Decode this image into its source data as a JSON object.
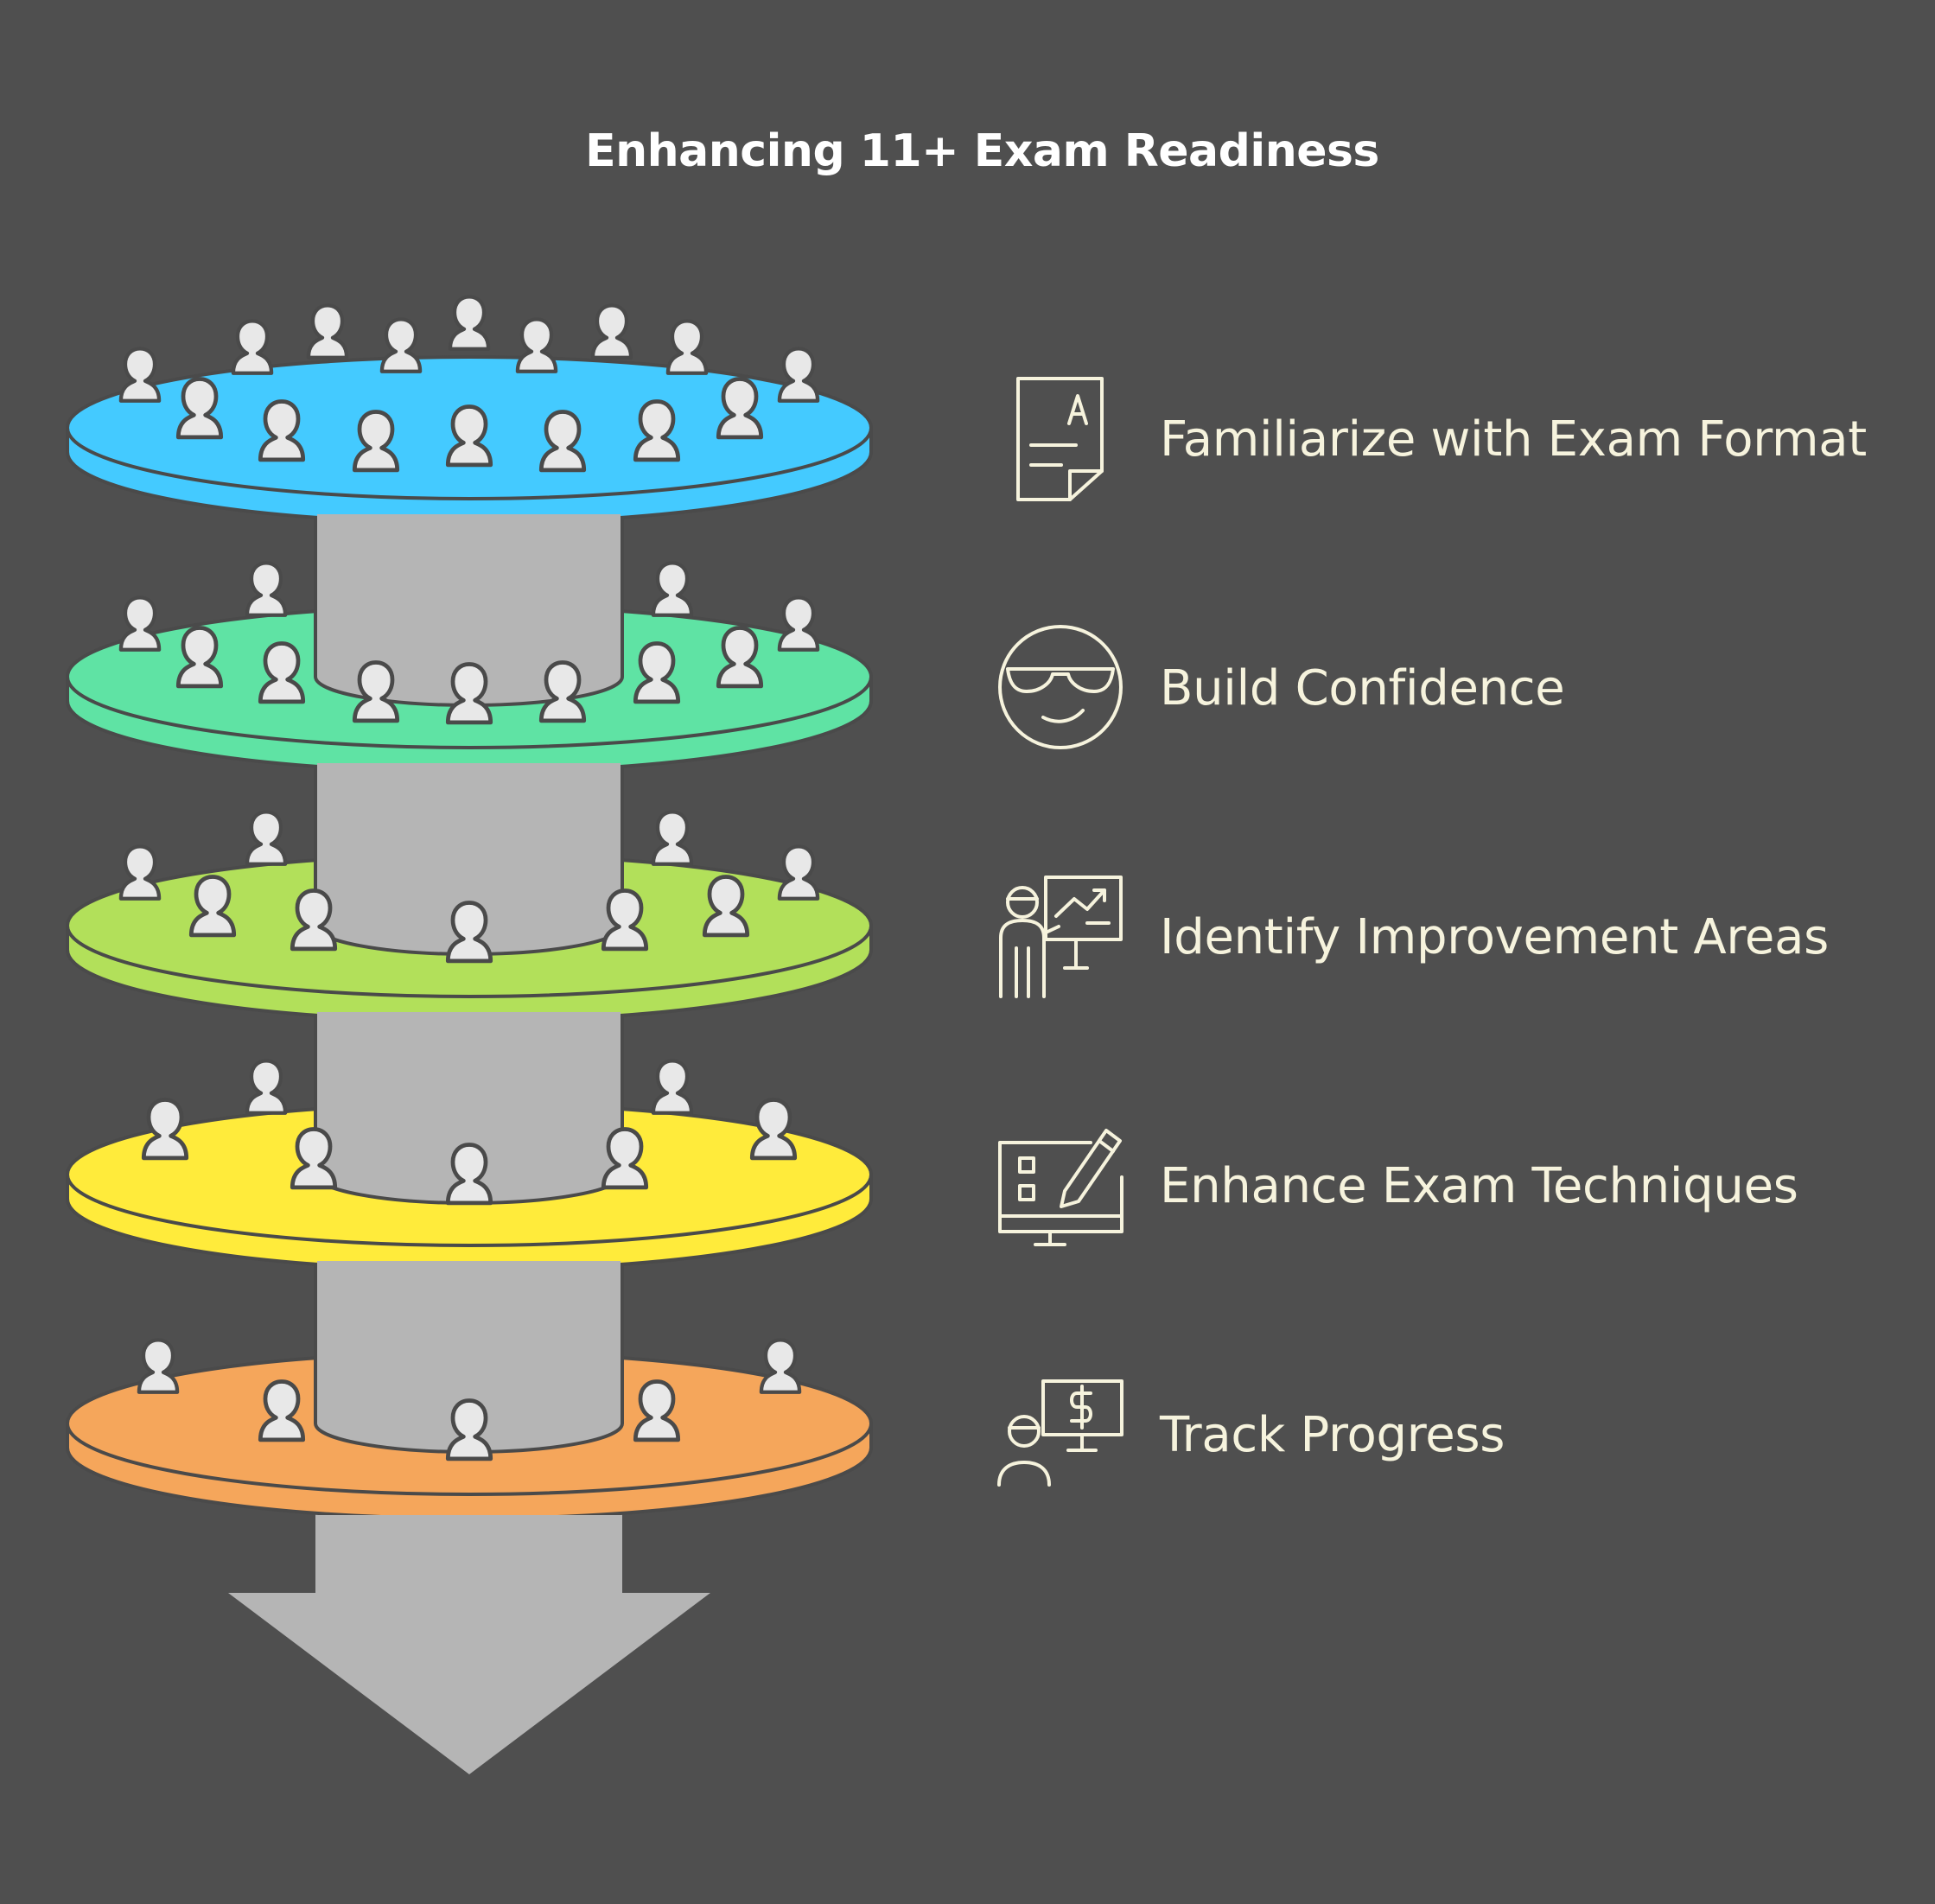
{
  "title": "Enhancing 11+ Exam Readiness",
  "colors": {
    "background": "#4f4f4f",
    "column": "#b5b5b5",
    "outline": "#4a4a4a",
    "person": "#e8e8e8",
    "icon_text": "#f6f3dd"
  },
  "layers": [
    {
      "label": "Familiarize with Exam Format",
      "color": "#44caff",
      "icon": "exam-paper-icon"
    },
    {
      "label": "Build Confidence",
      "color": "#5fe3a4",
      "icon": "cool-face-icon"
    },
    {
      "label": "Identify Improvement Areas",
      "color": "#b2e05a",
      "icon": "presenter-chart-icon"
    },
    {
      "label": "Enhance Exam Techniques",
      "color": "#ffeb3b",
      "icon": "monitor-pencil-icon"
    },
    {
      "label": "Track Progress",
      "color": "#f5a65b",
      "icon": "person-dollar-screen-icon"
    }
  ]
}
